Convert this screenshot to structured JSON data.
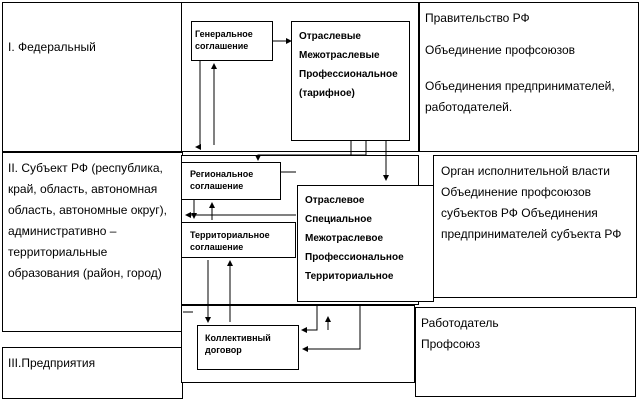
{
  "levels": {
    "federal": "I. Федеральный",
    "subject": "II. Субъект РФ (республика, край, область, автономная область, автономные округ), административно – территориальные образования (район, город)",
    "enterprise": "III.Предприятия"
  },
  "agreements": {
    "general": "Генеральное соглашение",
    "sectoral_federal": "Отраслевые Межотраслевые Профессиональное (тарифное)",
    "regional": "Региональное соглашение",
    "territorial": "Территориальное соглашение",
    "sectoral_subject": "Отраслевое Специальное Межотраслевое Профессиональное Территориальное",
    "collective": "Коллективный договор"
  },
  "parties": {
    "federal_gov": "Правительство РФ",
    "federal_unions": "Объединение профсоюзов",
    "federal_employers": "Объединения предпринимателей, работодателей.",
    "subject": "Орган исполнительной власти Объединение профсоюзов субъектов РФ Объединения предпринимателей субъекта РФ",
    "enterprise_employer": "Работодатель",
    "enterprise_union": "Профсоюз"
  }
}
